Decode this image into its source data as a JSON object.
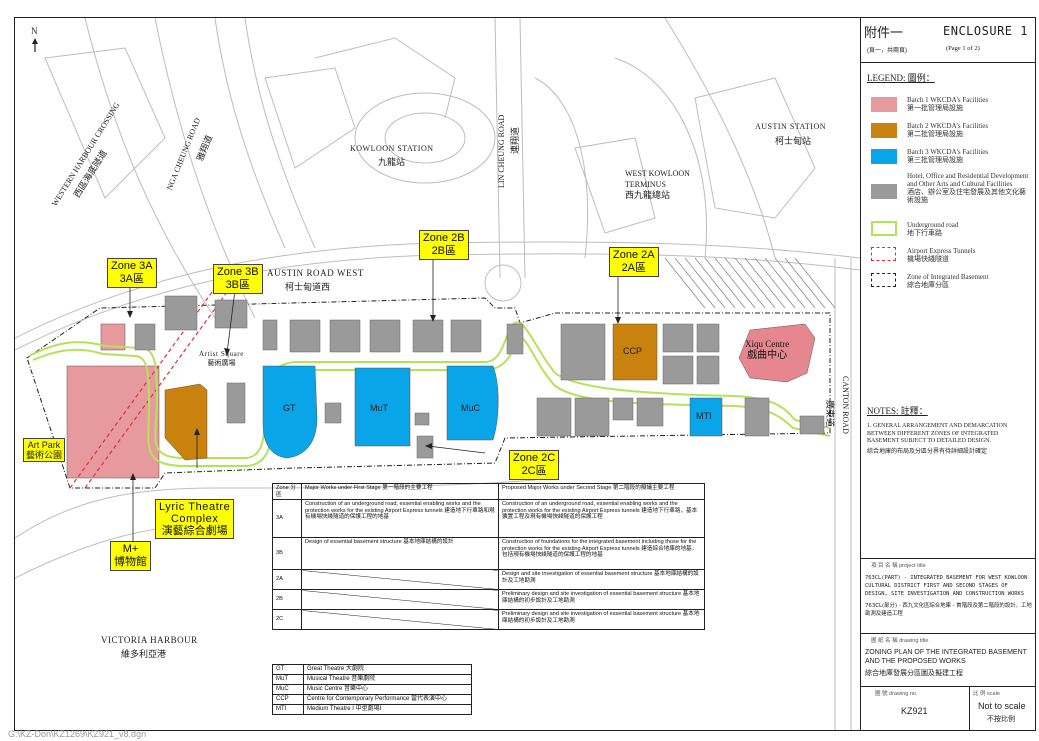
{
  "colors": {
    "batch1": "#e79a9e",
    "batch2": "#c8820d",
    "batch3": "#0aa5e8",
    "other": "#9a9a9a",
    "underground_road": "#b4e35a",
    "airport_express": "#e23030",
    "callout": "#ffff00",
    "xiqu": "#e6878f"
  },
  "north": "N",
  "places": {
    "western_harbour_crossing": "WESTERN HARBOUR CROSSING",
    "western_harbour_crossing_cn": "西區海底隧道",
    "nga_cheung_road": "NGA CHEUNG ROAD",
    "nga_cheung_road_cn": "雅翔道",
    "kowloon_station": "KOWLOON STATION",
    "kowloon_station_cn": "九龍站",
    "lin_cheung_road": "LIN CHEUNG ROAD",
    "lin_cheung_road_cn": "連翔道",
    "west_kowloon_terminus_1": "WEST KOWLOON",
    "west_kowloon_terminus_2": "TERMINUS",
    "west_kowloon_terminus_cn": "西九龍總站",
    "austin_station": "AUSTIN STATION",
    "austin_station_cn": "柯士甸站",
    "austin_road_west": "AUSTIN ROAD WEST",
    "austin_road_west_cn": "柯士甸道西",
    "canton_road": "CANTON ROAD",
    "canton_road_cn": "廣東道",
    "victoria_harbour": "VICTORIA HARBOUR",
    "victoria_harbour_cn": "維多利亞港",
    "art_park": "Art Park",
    "art_park_cn": "藝術公園",
    "artist_square": "Artist Square",
    "artist_square_cn": "藝術廣場",
    "xiqu_centre": "Xiqu Centre",
    "xiqu_centre_cn": "戲曲中心"
  },
  "venues": {
    "gt": "GT",
    "mut": "MuT",
    "muc": "MuC",
    "ccp": "CCP",
    "mti": "MTI"
  },
  "callouts": {
    "zone3a": "Zone 3A",
    "zone3a_cn": "3A區",
    "zone3b": "Zone 3B",
    "zone3b_cn": "3B區",
    "zone2b": "Zone 2B",
    "zone2b_cn": "2B區",
    "zone2a": "Zone 2A",
    "zone2a_cn": "2A區",
    "zone2c": "Zone 2C",
    "zone2c_cn": "2C區",
    "lyric_1": "Lyric Theatre",
    "lyric_2": "Complex",
    "lyric_cn": "演藝綜合劇場",
    "mplus": "M+",
    "mplus_cn": "博物館"
  },
  "works_table": {
    "headers": [
      "Zone 分區",
      "Major Works under First Stage 第一階段的主要工程",
      "Proposed Major Works under Second Stage 第二階段的擬議主要工程"
    ],
    "rows": [
      {
        "zone": "3A",
        "first": "Construction of an underground road, essential enabling works and the protection works for the existing Airport Express tunnels 建造地下行車路和現有機場快綫隧道的保護工程的地基",
        "second": "Construction of an underground road, essential enabling works and the protection works for the existing Airport Express tunnels 建造地下行車路，基本擴置工程及現有機場快綫隧道的保護工程"
      },
      {
        "zone": "3B",
        "first": "Design of essential basement structure 基本地庫結構的設計",
        "second": "Construction of foundations for the integrated basement including those for the protection works for the existing Airport Express tunnels 建造綜合地庫的地基，包括現有機場快綫隧道的保護工程的地基"
      },
      {
        "zone": "2A",
        "first": "",
        "second": "Design and site investigation of essential basement structure 基本地庫結構的設計及工地勘測"
      },
      {
        "zone": "2B",
        "first": "",
        "second": "Preliminary design and site investigation of essential basement structure 基本地庫結構的初步設計及工地勘測"
      },
      {
        "zone": "2C",
        "first": "",
        "second": "Preliminary design and site investigation of essential basement structure 基本地庫結構的初步設計及工地勘測"
      }
    ]
  },
  "abbr_table": [
    {
      "code": "GT",
      "name": "Great Theatre 大劇院"
    },
    {
      "code": "MuT",
      "name": "Musical Theatre 音樂劇院"
    },
    {
      "code": "MuC",
      "name": "Music Centre 音樂中心"
    },
    {
      "code": "CCP",
      "name": "Centre for Contemporary Performance 當代表演中心"
    },
    {
      "code": "MTI",
      "name": "Medium Theatre I 中型劇場I"
    }
  ],
  "sidebar": {
    "enclosure_cn": "附件一",
    "enclosure": "ENCLOSURE 1",
    "page_cn": "(頁一，共兩頁)",
    "page": "(Page 1 of 2)",
    "legend_title": "LEGEND: 圖例：",
    "legend": [
      {
        "en": "Batch 1 WKCDA's Facilities",
        "cn": "第一批管理局設施"
      },
      {
        "en": "Batch 2 WKCDA's Facilities",
        "cn": "第二批管理局設施"
      },
      {
        "en": "Batch 3 WKCDA's Facilities",
        "cn": "第三批管理局設施"
      },
      {
        "en": "Hotel, Office and Residential Development and Other Arts and Cultural Facilities",
        "cn": "酒店、辦公室及住宅發展及其他文化藝術設施"
      },
      {
        "en": "Underground road",
        "cn": "地下行車路"
      },
      {
        "en": "Airport Express Tunnels",
        "cn": "機場快綫隧道"
      },
      {
        "en": "Zone of Integrated Basement",
        "cn": "綜合地庫分區"
      }
    ],
    "notes_title": "NOTES: 註釋：",
    "notes_en": "1. GENERAL ARRANGEMENT AND DEMARCATION BETWEEN DIFFERENT ZONES OF INTEGRATED BASEMENT SUBJECT TO DETAILED DESIGN.",
    "notes_cn": "綜合地庫的布局及分區分界有待詳細設計確定",
    "project_label": "項 目 名 稱 project title",
    "project_en": "763CL(PART) - INTEGRATED BASEMENT FOR WEST KOWLOON CULTURAL DISTRICT FIRST AND SECOND STAGES OF DESIGN, SITE INVESTIGATION AND CONSTRUCTION WORKS",
    "project_cn": "763CL(部分) - 西九文化區綜合地庫 - 首階段及第二階段的設計、工地勘測及建造工程",
    "drawing_title_label": "圖 紙 名 稱 drawing title",
    "drawing_title_en": "ZONING PLAN OF THE INTEGRATED BASEMENT AND THE PROPOSED WORKS",
    "drawing_title_cn": "綜合地庫發展分區圖及擬建工程",
    "drawing_no_label": "圖 號 drawing no.",
    "drawing_no": "KZ921",
    "scale_label": "比 例 scale",
    "scale": "Not to scale",
    "scale_cn": "不按比例"
  },
  "footer_path": "G:\\KZ-Don\\KZ1269\\KZ921_v8.dgn"
}
